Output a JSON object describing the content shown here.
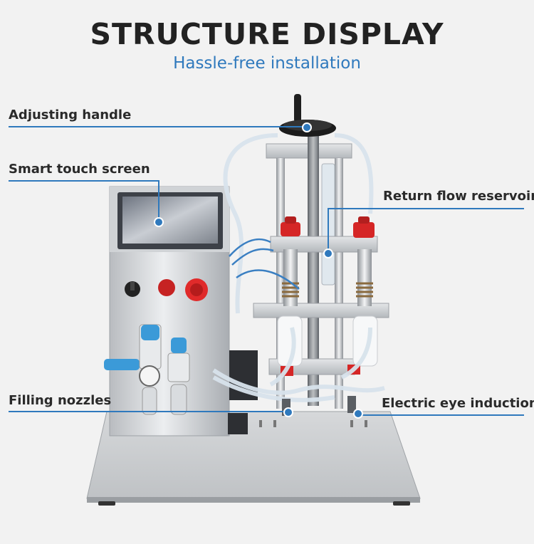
{
  "header": {
    "title": "STRUCTURE DISPLAY",
    "subtitle": "Hassle-free installation"
  },
  "callouts": {
    "adjusting_handle": "Adjusting handle",
    "smart_touch_screen": "Smart touch screen",
    "return_flow_reservoir": "Return flow reservoir",
    "filling_nozzles": "Filling nozzles",
    "electric_eye_induction": "Electric eye induction"
  },
  "colors": {
    "accent": "#2f79bd",
    "title_text": "#222222",
    "label_text": "#2a2a2a",
    "emergency_red": "#d42a2a"
  }
}
